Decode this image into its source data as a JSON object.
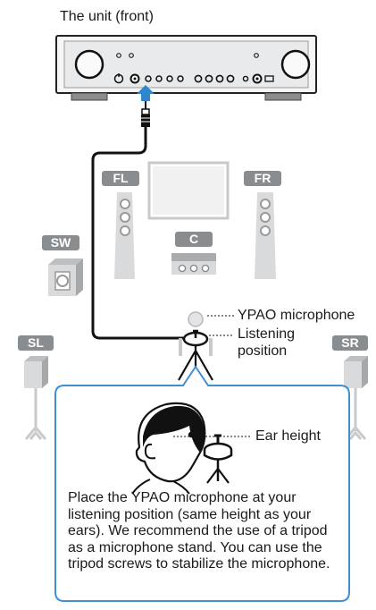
{
  "title": "The unit (front)",
  "speakers": {
    "fl": "FL",
    "fr": "FR",
    "c": "C",
    "sw": "SW",
    "sl": "SL",
    "sr": "SR"
  },
  "labels": {
    "microphone": "YPAO microphone",
    "listening_position": "Listening\nposition",
    "ear_height": "Ear height"
  },
  "instruction": "Place the YPAO microphone at your listening position (same height as your ears). We recommend the use of a tripod as a microphone stand. You can use the tripod screws to stabilize the microphone.",
  "colors": {
    "speaker_tag": "#8a8d90",
    "callout_border": "#3f8fd1",
    "arrow": "#2f86cf",
    "cable": "#111111",
    "speaker_body": "#d9dadb"
  }
}
